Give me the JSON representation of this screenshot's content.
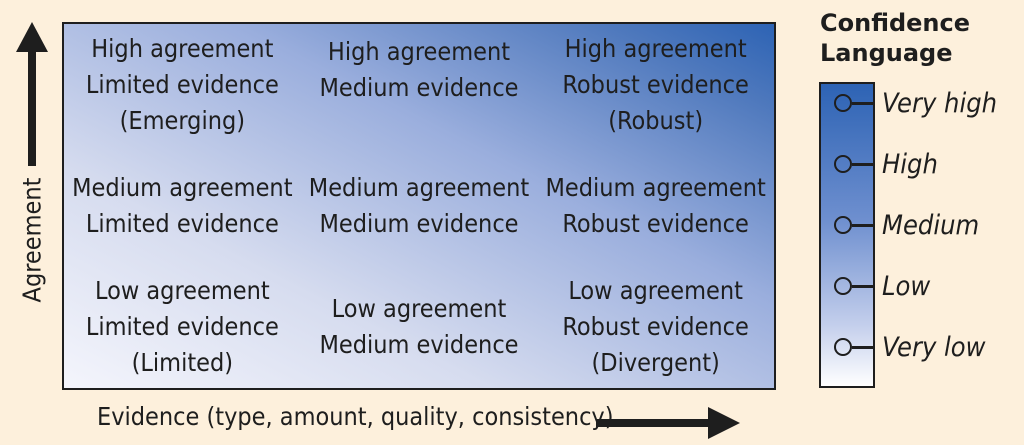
{
  "y_axis": {
    "label": "Agreement"
  },
  "x_axis": {
    "label": "Evidence (type, amount, quality, consistency)"
  },
  "grid": {
    "cells": [
      {
        "lines": [
          "High agreement",
          "Limited evidence",
          "(Emerging)"
        ]
      },
      {
        "lines": [
          "High agreement",
          "Medium evidence"
        ]
      },
      {
        "lines": [
          "High agreement",
          "Robust evidence",
          "(Robust)"
        ]
      },
      {
        "lines": [
          "Medium agreement",
          "Limited evidence"
        ]
      },
      {
        "lines": [
          "Medium agreement",
          "Medium evidence"
        ]
      },
      {
        "lines": [
          "Medium agreement",
          "Robust evidence"
        ]
      },
      {
        "lines": [
          "Low agreement",
          "Limited evidence",
          "(Limited)"
        ]
      },
      {
        "lines": [
          "Low agreement",
          "Medium evidence"
        ]
      },
      {
        "lines": [
          "Low agreement",
          "Robust evidence",
          "(Divergent)"
        ]
      }
    ]
  },
  "legend": {
    "title_lines": [
      "Confidence",
      "Language"
    ],
    "levels": [
      "Very high",
      "High",
      "Medium",
      "Low",
      "Very low"
    ]
  },
  "colors": {
    "background": "#fdf0dc",
    "gradient_dark": "#2d63b4",
    "gradient_light": "#f4f5fc",
    "text": "#1e1e1e"
  }
}
